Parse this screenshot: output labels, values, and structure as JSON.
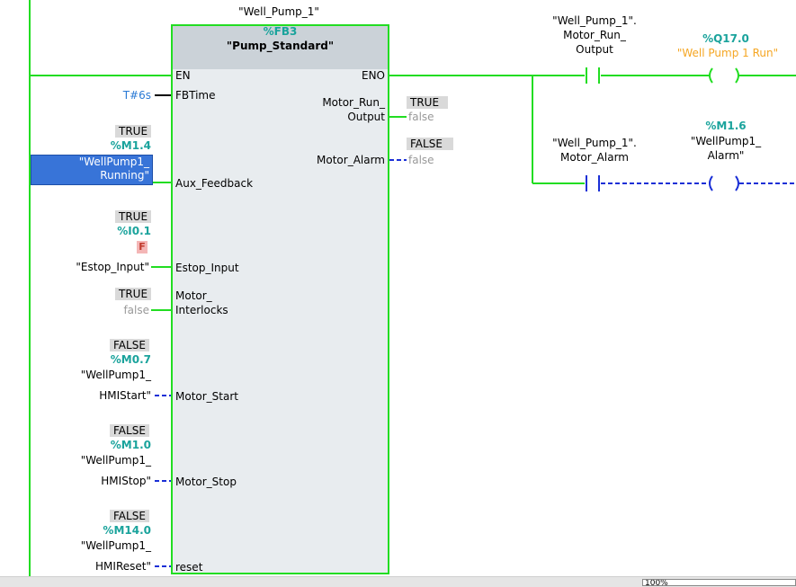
{
  "instance": {
    "name": "\"Well_Pump_1\"",
    "address": "%FB3",
    "type": "\"Pump_Standard\""
  },
  "block": {
    "en": "EN",
    "eno": "ENO",
    "pins_in": {
      "fbtime": "FBTime",
      "aux_feedback": "Aux_Feedback",
      "estop_input": "Estop_Input",
      "motor_interlocks_1": "Motor_",
      "motor_interlocks_2": "Interlocks",
      "motor_start": "Motor_Start",
      "motor_stop": "Motor_Stop",
      "reset": "reset"
    },
    "pins_out": {
      "motor_run_output_1": "Motor_Run_",
      "motor_run_output_2": "Output",
      "motor_alarm": "Motor_Alarm"
    }
  },
  "inputs": {
    "fbtime": {
      "value": "T#6s"
    },
    "aux_feedback": {
      "status": "TRUE",
      "address": "%M1.4",
      "name_1": "\"WellPump1_",
      "name_2": "Running\""
    },
    "estop": {
      "status": "TRUE",
      "address": "%I0.1",
      "force": "F",
      "name": "\"Estop_Input\""
    },
    "interlocks": {
      "status": "TRUE",
      "value": "false"
    },
    "motor_start": {
      "status": "FALSE",
      "address": "%M0.7",
      "name_1": "\"WellPump1_",
      "name_2": "HMIStart\""
    },
    "motor_stop": {
      "status": "FALSE",
      "address": "%M1.0",
      "name_1": "\"WellPump1_",
      "name_2": "HMIStop\""
    },
    "reset": {
      "status": "FALSE",
      "address": "%M14.0",
      "name_1": "\"WellPump1_",
      "name_2": "HMIReset\""
    }
  },
  "outputs": {
    "motor_run_output": {
      "status": "TRUE",
      "value": "false"
    },
    "motor_alarm": {
      "status": "FALSE",
      "value": "false"
    }
  },
  "contacts": {
    "run": {
      "line1": "\"Well_Pump_1\".",
      "line2": "Motor_Run_",
      "line3": "Output"
    },
    "alarm": {
      "line1": "\"Well_Pump_1\".",
      "line2": "Motor_Alarm"
    }
  },
  "coils": {
    "run": {
      "address": "%Q17.0",
      "name": "\"Well Pump 1 Run\""
    },
    "alarm": {
      "address": "%M1.6",
      "name_1": "\"WellPump1_",
      "name_2": "Alarm\""
    }
  },
  "zoom": {
    "value": "100%"
  },
  "colors": {
    "energized": "#22dd22",
    "dashed": "#1a2fd6",
    "teal": "#1aa39c",
    "orange": "#f5a623",
    "highlight": "#3874d8"
  }
}
